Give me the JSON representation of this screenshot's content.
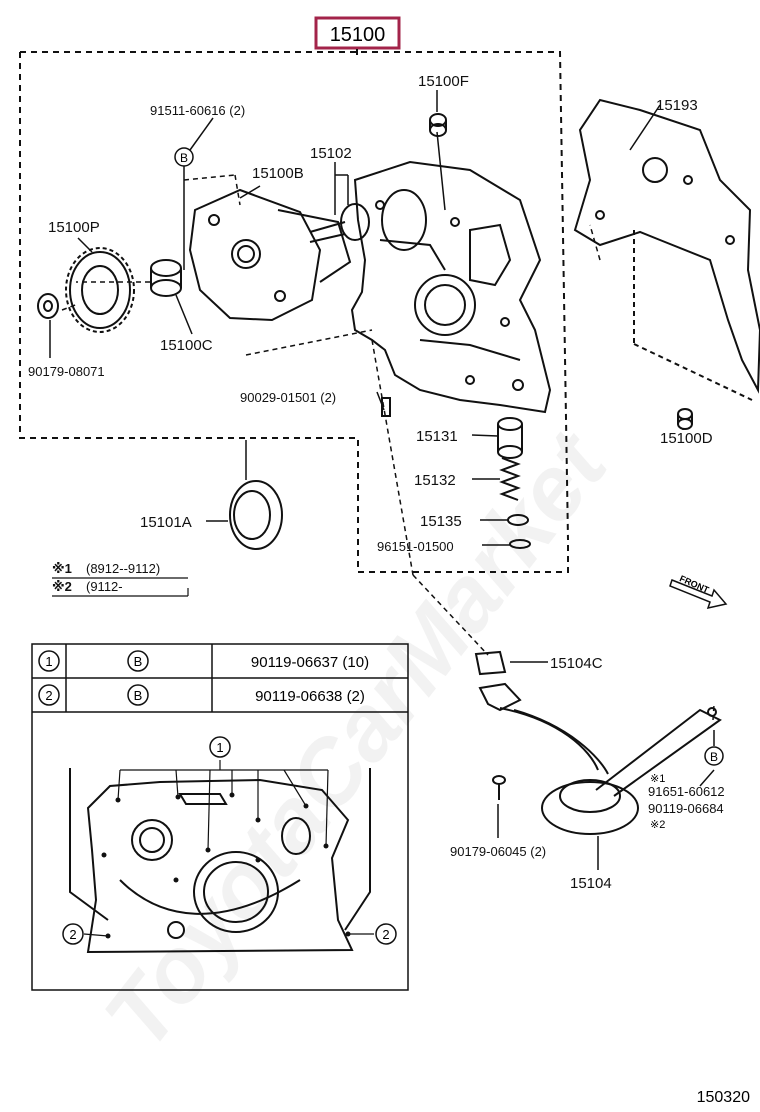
{
  "assembly": {
    "code": "15100",
    "color": "#a3244a"
  },
  "parts": {
    "p15100F": "15100F",
    "p91511": "91511-60616 (2)",
    "p15102": "15102",
    "p15100B": "15100B",
    "p15100P": "15100P",
    "p90179_08071": "90179-08071",
    "p15100C": "15100C",
    "p90029": "90029-01501 (2)",
    "p15131": "15131",
    "p15132": "15132",
    "p15135": "15135",
    "p96151": "96151-01500",
    "p15101A": "15101A",
    "p15193": "15193",
    "p15100D": "15100D",
    "p15104C": "15104C",
    "p91651": "91651-60612",
    "p90119_06684": "90119-06684",
    "p90179_06045": "90179-06045 (2)",
    "p15104": "15104"
  },
  "notes": {
    "mark1": "※1",
    "mark2": "※2",
    "range1": "(8912--9112)",
    "range2": "(9112-",
    "ref1": "※1",
    "ref2": "※2"
  },
  "symbols": {
    "b": "B",
    "one": "1",
    "two": "2"
  },
  "bolt_table": {
    "rows": [
      {
        "index": "1",
        "symbol": "B",
        "part": "90119-06637 (10)"
      },
      {
        "index": "2",
        "symbol": "B",
        "part": "90119-06638 (2)"
      }
    ]
  },
  "front_label": "FRONT",
  "watermark": "ToyotaCarMarket",
  "page_code": "150320"
}
